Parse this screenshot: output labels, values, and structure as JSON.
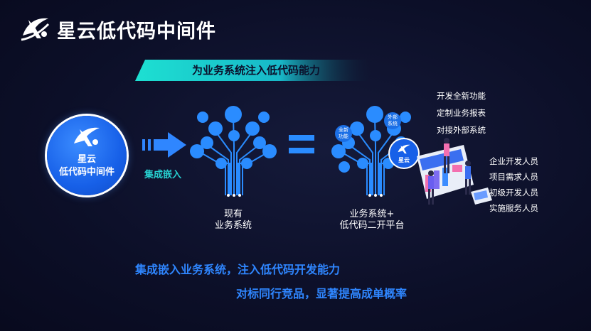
{
  "brand": {
    "name": "星云低代码中间件"
  },
  "banner": {
    "text": "为业务系统注入低代码能力"
  },
  "logo_circle": {
    "line1": "星云",
    "line2": "低代码中间件"
  },
  "arrow": {
    "label": "集成嵌入"
  },
  "tree_existing": {
    "caption_line1": "现有",
    "caption_line2": "业务系统"
  },
  "tree_platform": {
    "caption_line1": "业务系统+",
    "caption_line2": "低代码二开平台",
    "bubble_left": [
      "全新",
      "功能"
    ],
    "bubble_right": [
      "外部",
      "系统"
    ],
    "mini_logo_text": "星云"
  },
  "features": [
    "开发全新功能",
    "定制业务报表",
    "对接外部系统"
  ],
  "roles": [
    "企业开发人员",
    "项目需求人员",
    "初级开发人员",
    "实施服务人员"
  ],
  "bottom": {
    "line1": "集成嵌入业务系统，注入低代码开发能力",
    "line2": "对标同行竞品，显著提高成单概率"
  },
  "colors": {
    "accent_teal": "#27d1d1",
    "brand_blue": "#1760e8",
    "text_blue": "#2f86ff"
  }
}
